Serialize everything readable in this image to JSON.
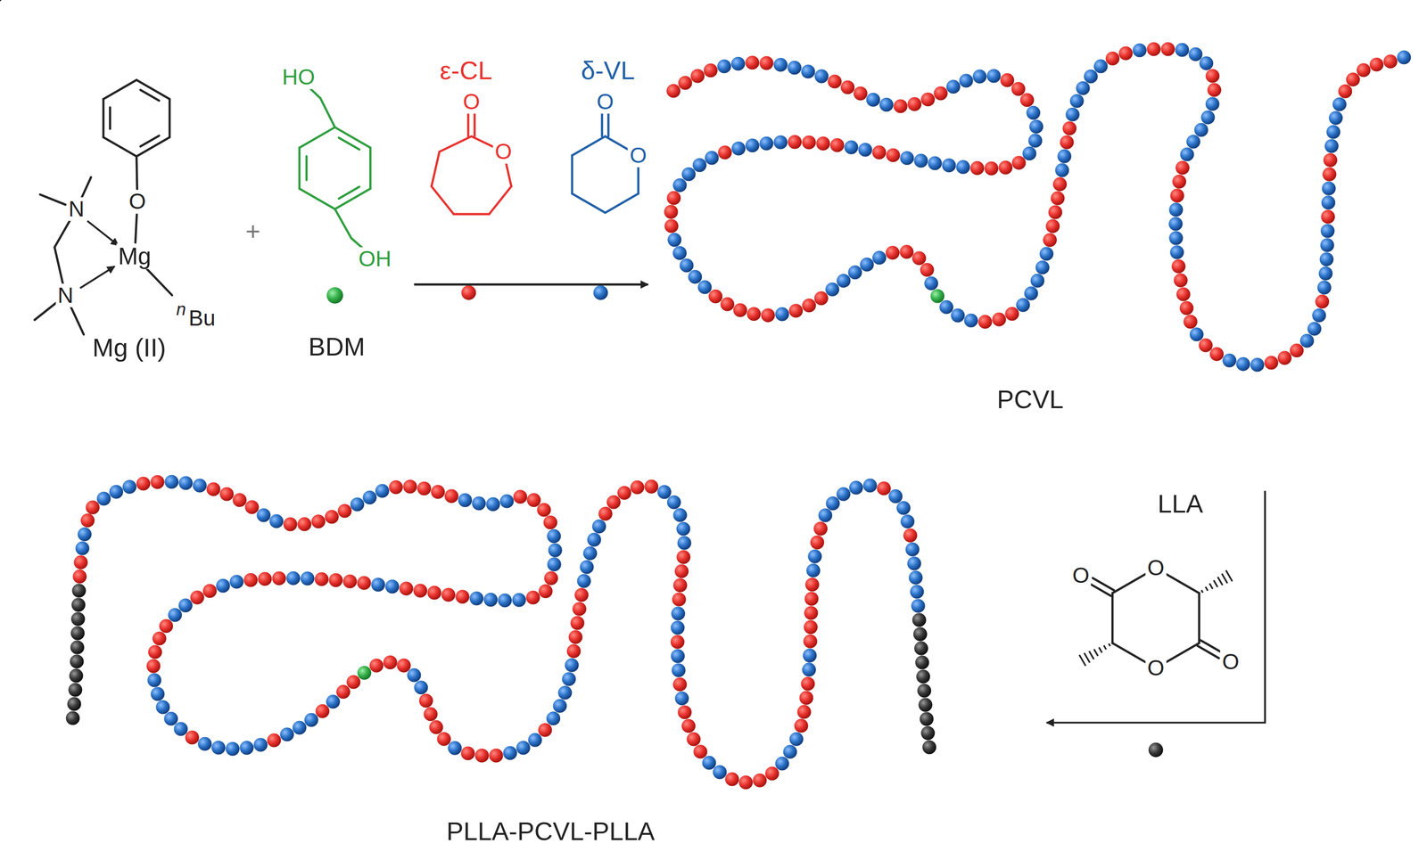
{
  "diagram": {
    "labels": [
      "Mg (II)",
      "BDM",
      "ε-CL",
      "δ-VL",
      "PCVL",
      "PLLA-PCVL-PLLA",
      "LLA",
      "HO",
      "OH",
      "N",
      "N",
      "O",
      "Mg",
      "n",
      "Bu",
      "O",
      "O",
      "O",
      "O",
      "O",
      "O",
      "O",
      "O",
      "+"
    ]
  }
}
